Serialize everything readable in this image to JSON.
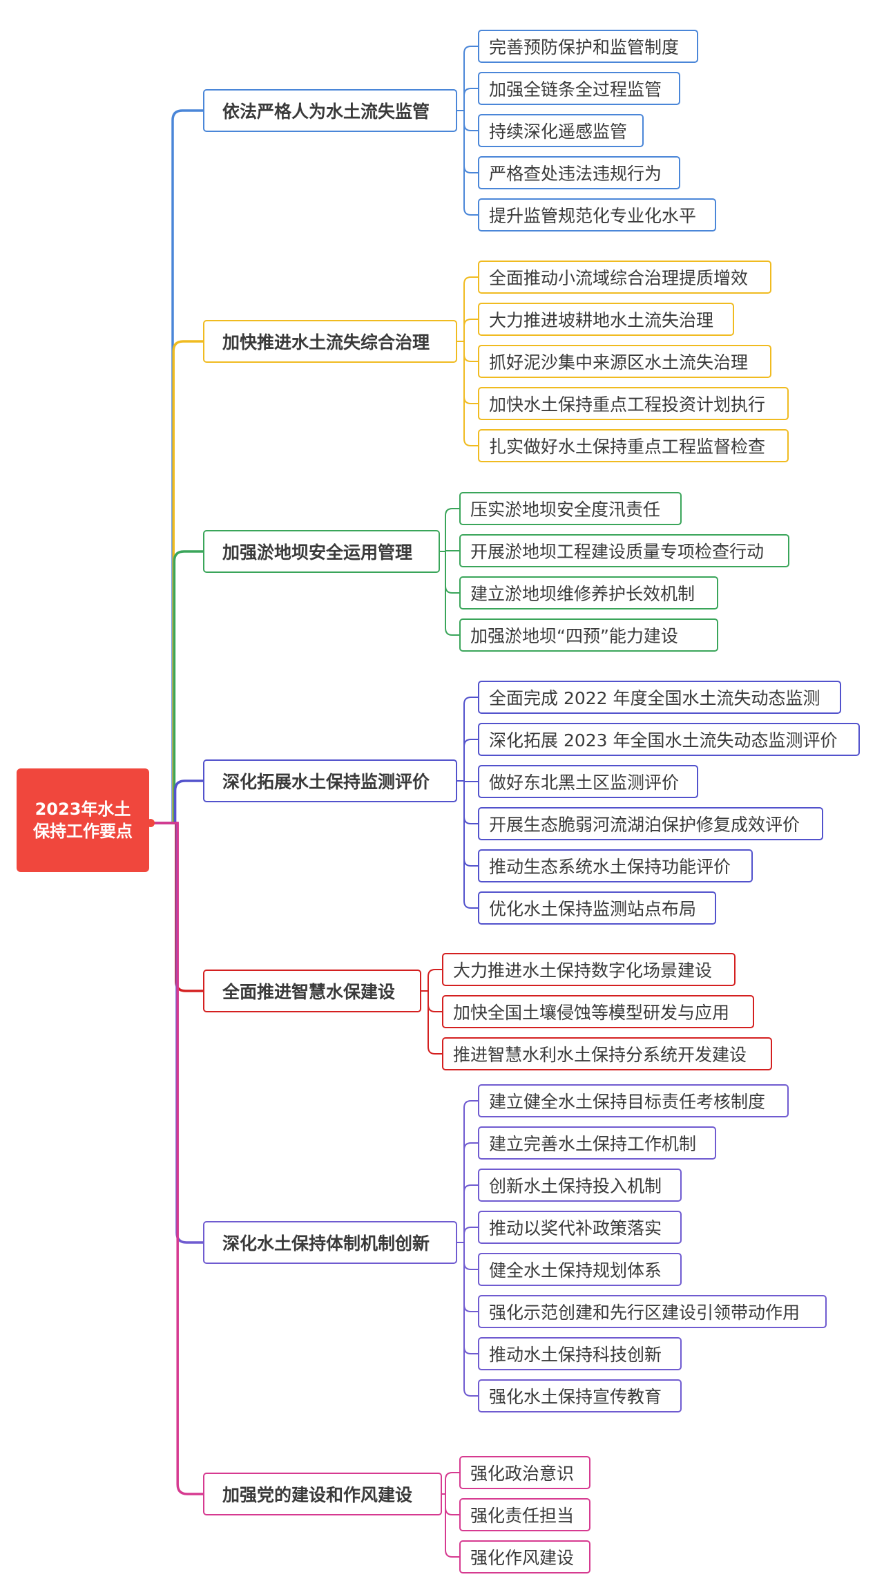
{
  "root": {
    "label": "2023年水土保持工作要点",
    "color": "#f0473d"
  },
  "branches": [
    {
      "label": "依法严格人为水土流失监管",
      "color": "#4a86d8",
      "children": [
        "完善预防保护和监管制度",
        "加强全链条全过程监管",
        "持续深化遥感监管",
        "严格查处违法违规行为",
        "提升监管规范化专业化水平"
      ]
    },
    {
      "label": "加快推进水土流失综合治理",
      "color": "#f0bb20",
      "children": [
        "全面推动小流域综合治理提质增效",
        "大力推进坡耕地水土流失治理",
        "抓好泥沙集中来源区水土流失治理",
        "加快水土保持重点工程投资计划执行",
        "扎实做好水土保持重点工程监督检查"
      ]
    },
    {
      "label": "加强淤地坝安全运用管理",
      "color": "#3aa55a",
      "children": [
        "压实淤地坝安全度汛责任",
        "开展淤地坝工程建设质量专项检查行动",
        "建立淤地坝维修养护长效机制",
        "加强淤地坝“四预”能力建设"
      ]
    },
    {
      "label": "深化拓展水土保持监测评价",
      "color": "#5252cc",
      "children": [
        "全面完成 2022 年度全国水土流失动态监测",
        "深化拓展 2023 年全国水土流失动态监测评价",
        "做好东北黑土区监测评价",
        "开展生态脆弱河流湖泊保护修复成效评价",
        "推动生态系统水土保持功能评价",
        "优化水土保持监测站点布局"
      ]
    },
    {
      "label": "全面推进智慧水保建设",
      "color": "#d42020",
      "children": [
        "大力推进水土保持数字化场景建设",
        "加快全国土壤侵蚀等模型研发与应用",
        "推进智慧水利水土保持分系统开发建设"
      ]
    },
    {
      "label": "深化水土保持体制机制创新",
      "color": "#6f5bd0",
      "children": [
        "建立健全水土保持目标责任考核制度",
        "建立完善水土保持工作机制",
        "创新水土保持投入机制",
        "推动以奖代补政策落实",
        "健全水土保持规划体系",
        "强化示范创建和先行区建设引领带动作用",
        "推动水土保持科技创新",
        "强化水土保持宣传教育"
      ]
    },
    {
      "label": "加强党的建设和作风建设",
      "color": "#d63a90",
      "children": [
        "强化政治意识",
        "强化责任担当",
        "强化作风建设"
      ]
    }
  ]
}
